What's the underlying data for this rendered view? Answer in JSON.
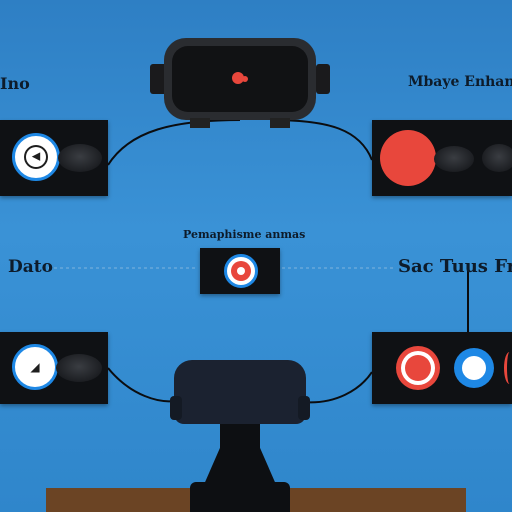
{
  "labels": {
    "top_left": "Ino",
    "top_right": "Mbaye Enhans",
    "center_top": "Pemaphisme anmas",
    "mid_left": "Dato",
    "mid_right": "Sac Tuus Fre"
  },
  "colors": {
    "background": "#3389cf",
    "panel": "#0f1114",
    "accent_blue": "#1e88e5",
    "accent_red": "#e8473c",
    "desk": "#6b4424"
  },
  "icons": {
    "headset": "vr-headset-icon",
    "record_dot": "record-dot-icon",
    "play": "play-icon",
    "stand": "headset-stand-icon"
  }
}
